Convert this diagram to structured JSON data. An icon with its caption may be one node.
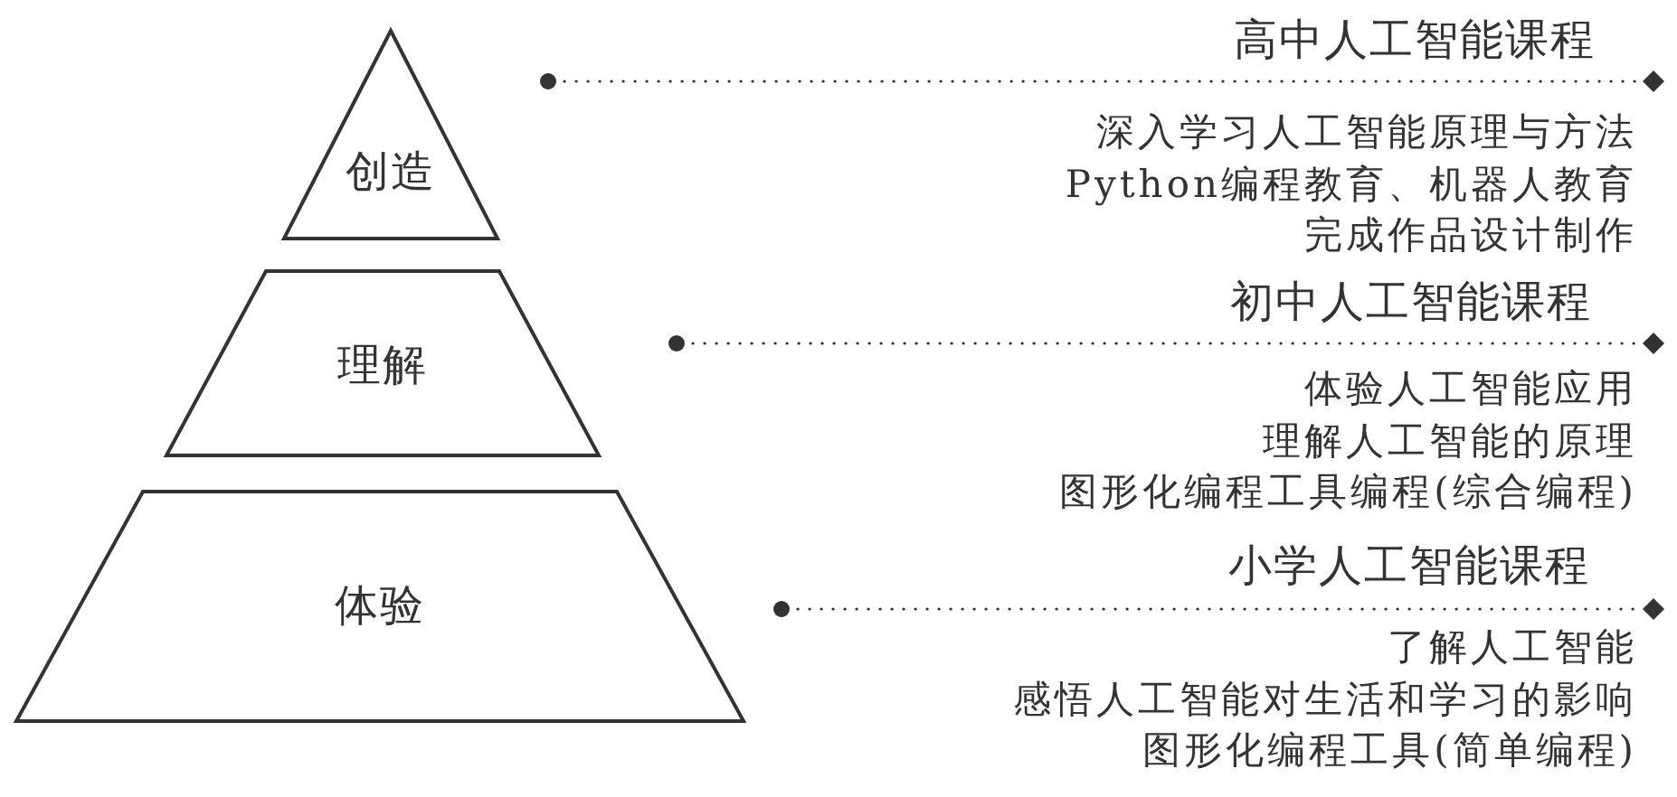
{
  "diagram": {
    "nodes": [
      {
        "text": [
          "创造"
        ],
        "beside": [
          "高中人工智能课程",
          "深入学习人工智能原理与方法",
          "Python编程教育、机器人教育",
          "完成作品设计制作"
        ]
      },
      {
        "text": [
          "理解"
        ],
        "beside": [
          "初中人工智能课程",
          "体验人工智能应用",
          "理解人工智能的原理",
          "图形化编程工具编程(综合编程)"
        ]
      },
      {
        "text": [
          "体验"
        ],
        "beside": [
          "小学人工智能课程",
          "了解人工智能",
          "感悟人工智能对生活和学习的影响",
          "图形化编程工具(简单编程)"
        ]
      }
    ]
  }
}
